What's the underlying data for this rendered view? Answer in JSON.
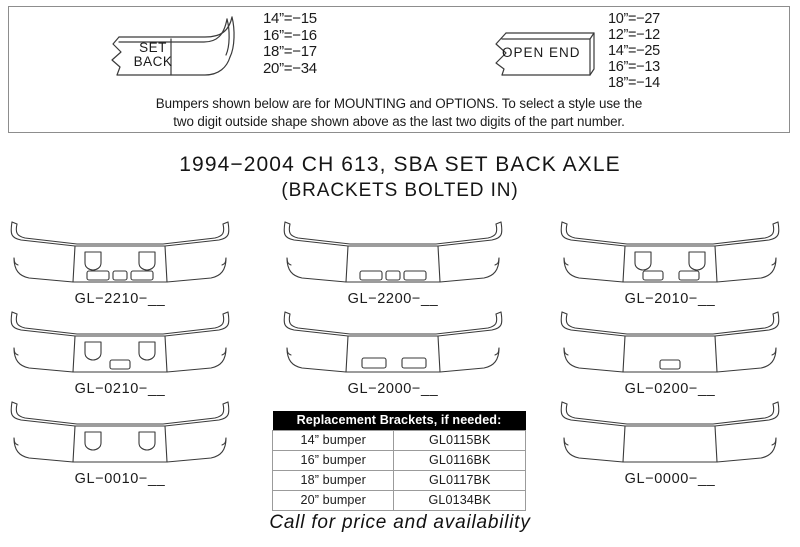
{
  "legend": {
    "setback": {
      "shape_label": "SET BACK",
      "shape_label_line1": "SET",
      "shape_label_line2": "BACK",
      "codes": [
        "14”=−15",
        "16”=−16",
        "18”=−17",
        "20”=−34"
      ]
    },
    "openend": {
      "shape_label": "OPEN END",
      "codes": [
        "10”=−27",
        "12”=−12",
        "14”=−25",
        "16”=−13",
        "18”=−14"
      ]
    },
    "note_line1": "Bumpers shown below are for MOUNTING and OPTIONS. To select a style use the",
    "note_line2": "two digit outside shape shown above as the last two digits of the part number."
  },
  "title": {
    "line1": "1994−2004 CH 613, SBA SET BACK AXLE",
    "line2": "(BRACKETS BOLTED IN)"
  },
  "bumpers": [
    {
      "label": "GL−2210−__",
      "tall_slots": 2,
      "rects": 3
    },
    {
      "label": "GL−2200−__",
      "tall_slots": 0,
      "rects": 3
    },
    {
      "label": "GL−2010−__",
      "tall_slots": 2,
      "rects": 2
    },
    {
      "label": "GL−0210−__",
      "tall_slots": 2,
      "rects": 1
    },
    {
      "label": "GL−2000−__",
      "tall_slots": 0,
      "rects": 2
    },
    {
      "label": "GL−0200−__",
      "tall_slots": 0,
      "rects": 1
    },
    {
      "label": "GL−0010−__",
      "tall_slots": 2,
      "rects": 0
    },
    {
      "label": "GL−0000−__",
      "tall_slots": 0,
      "rects": 0
    }
  ],
  "brackets_table": {
    "header": "Replacement Brackets, if needed:",
    "rows": [
      {
        "size": "14” bumper",
        "part": "GL0115BK"
      },
      {
        "size": "16” bumper",
        "part": "GL0116BK"
      },
      {
        "size": "18” bumper",
        "part": "GL0117BK"
      },
      {
        "size": "20” bumper",
        "part": "GL0134BK"
      }
    ]
  },
  "footer": {
    "call_text": "Call for price and availability"
  },
  "colors": {
    "line": "#3a3a3a",
    "text": "#1b1b1b",
    "table_header_bg": "#000000",
    "box_border": "#8d8d8d"
  }
}
